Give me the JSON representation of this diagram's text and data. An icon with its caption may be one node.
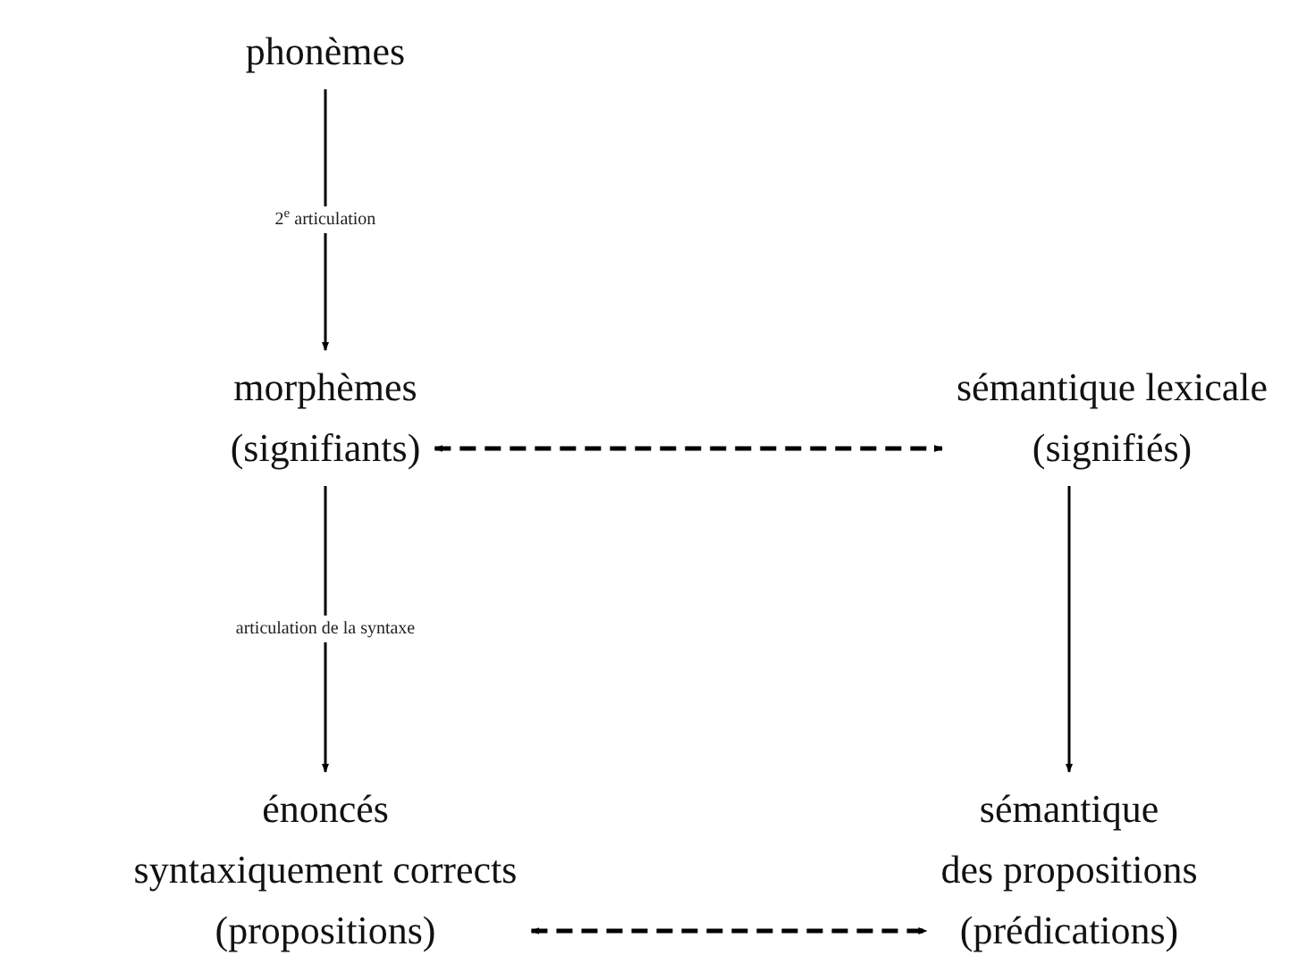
{
  "diagram": {
    "nodes": [
      {
        "text": [
          "phonèmes"
        ]
      },
      {
        "text": [
          "morphèmes",
          "(signifiants)"
        ]
      },
      {
        "text": [
          "sémantique lexicale",
          "(signifiés)"
        ]
      },
      {
        "text": [
          "énoncés",
          "syntaxiquement corrects",
          "(propositions)"
        ]
      },
      {
        "text": [
          "sémantique",
          "des propositions",
          "(prédications)"
        ]
      }
    ],
    "edges": [
      {
        "from": 0,
        "to": 1,
        "arrow": "to",
        "label": "2$^{e}$ articulation"
      },
      {
        "from": 1,
        "to": 2,
        "arrow": "both",
        "style": "dashed"
      },
      {
        "from": 1,
        "to": 3,
        "arrow": "to",
        "label": "articulation de la syntaxe"
      },
      {
        "from": 2,
        "to": 4,
        "arrow": "to"
      },
      {
        "from": 3,
        "to": 4,
        "arrow": "both",
        "style": "dashed"
      }
    ]
  }
}
